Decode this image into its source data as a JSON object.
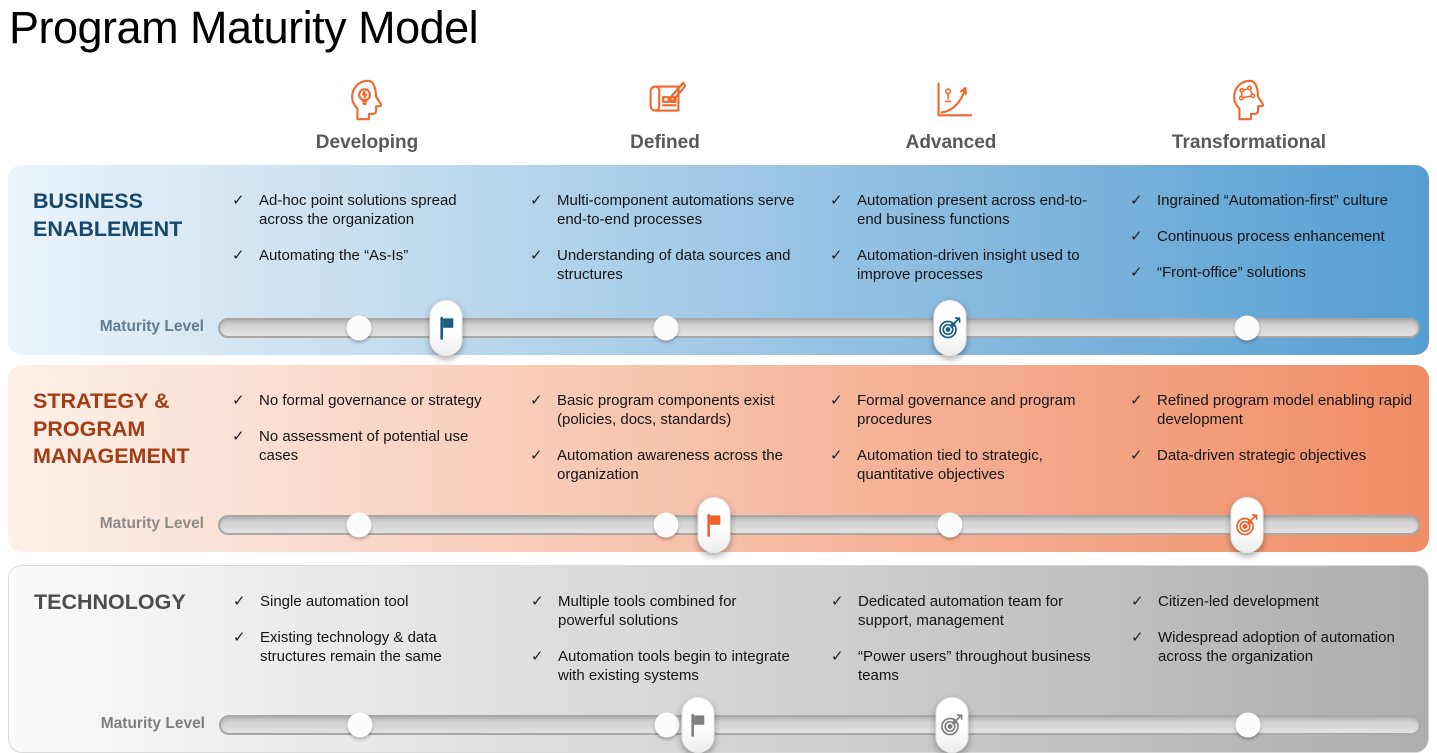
{
  "title": "Program Maturity Model",
  "maturity_label": "Maturity Level",
  "bullet_glyph": "✓",
  "columns": [
    {
      "label": "Developing",
      "icon": "head-lightbulb-icon"
    },
    {
      "label": "Defined",
      "icon": "blueprint-icon"
    },
    {
      "label": "Advanced",
      "icon": "growth-chart-icon"
    },
    {
      "label": "Transformational",
      "icon": "head-circuit-icon"
    }
  ],
  "level_dot_positions_pct": [
    11.6,
    37.2,
    60.9,
    85.7
  ],
  "bands": [
    {
      "name": "BUSINESS ENABLEMENT",
      "theme": "blue",
      "colors": {
        "bg_start": "#ecf4fa",
        "bg_end": "#569ed2",
        "title": "#17466b",
        "label": "#5e7e93",
        "marker": "#1b5e80"
      },
      "flag_position_pct": 18.9,
      "target_position_pct": 60.9,
      "columns": [
        [
          "Ad-hoc point solutions spread across the organization",
          "Automating the “As-Is”"
        ],
        [
          "Multi-component automations serve end-to-end processes",
          "Understanding of data sources and structures"
        ],
        [
          "Automation present across end-to-end business functions",
          "Automation-driven insight used to improve processes"
        ],
        [
          "Ingrained “Automation-first” culture",
          "Continuous process enhancement",
          "“Front-office” solutions"
        ]
      ]
    },
    {
      "name": "STRATEGY & PROGRAM MANAGEMENT",
      "theme": "orange",
      "colors": {
        "bg_start": "#fdf1ea",
        "bg_end": "#f08d66",
        "title": "#a33e14",
        "label": "#8c8c8c",
        "marker": "#f2602a"
      },
      "flag_position_pct": 41.2,
      "target_position_pct": 85.7,
      "columns": [
        [
          "No formal governance or strategy",
          "No assessment of potential use cases"
        ],
        [
          "Basic program components exist (policies, docs, standards)",
          "Automation awareness across the organization"
        ],
        [
          "Formal governance and program procedures",
          "Automation tied to strategic, quantitative objectives"
        ],
        [
          "Refined program model enabling rapid development",
          "Data-driven strategic objectives"
        ]
      ]
    },
    {
      "name": "TECHNOLOGY",
      "theme": "gray",
      "colors": {
        "bg_start": "#fbfbfb",
        "bg_end": "#aeaeae",
        "title": "#4d4d4d",
        "label": "#7f7f7f",
        "marker": "#808080"
      },
      "flag_position_pct": 39.8,
      "target_position_pct": 61.0,
      "columns": [
        [
          "Single automation tool",
          "Existing technology & data structures remain the same"
        ],
        [
          "Multiple tools combined for powerful solutions",
          "Automation tools begin to integrate with existing systems"
        ],
        [
          "Dedicated automation team for support, management",
          "“Power users” throughout business teams"
        ],
        [
          "Citizen-led development",
          "Widespread adoption of automation across the organization"
        ]
      ]
    }
  ]
}
